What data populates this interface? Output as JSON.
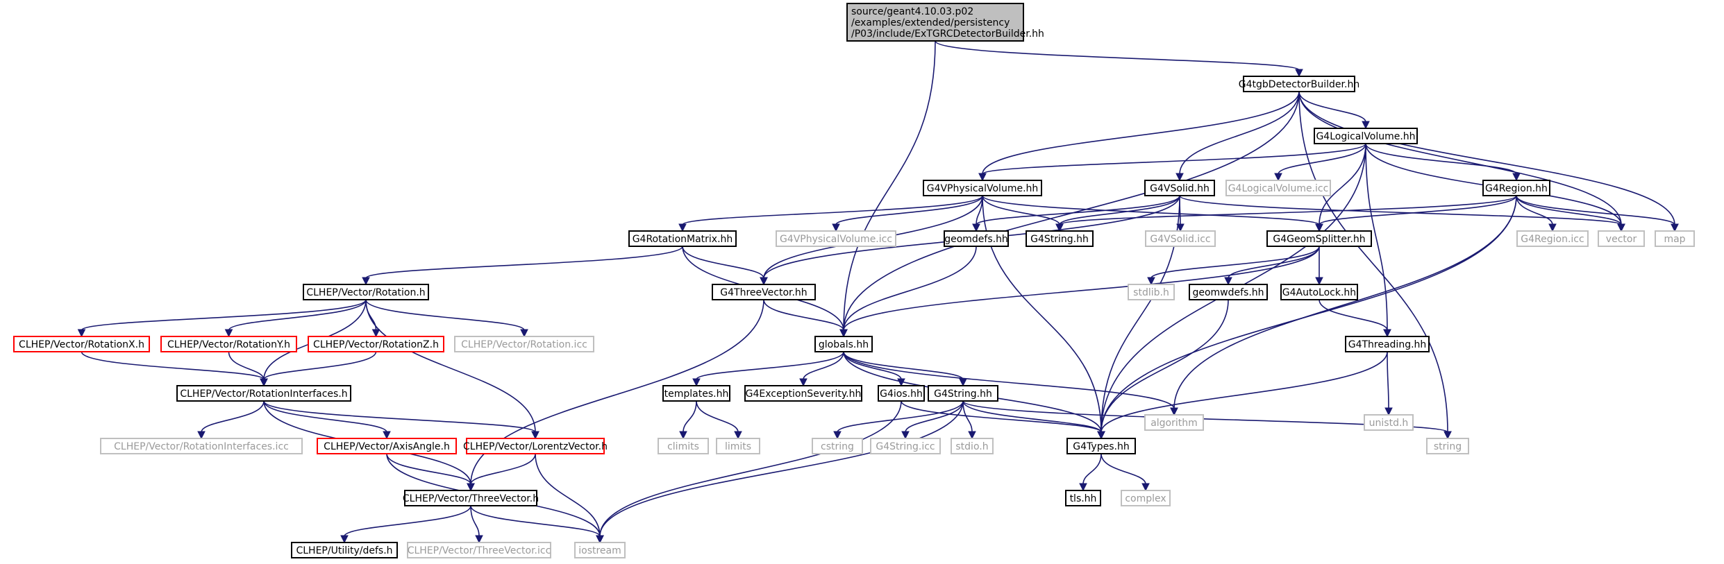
{
  "graph": {
    "root_path": [
      "source/geant4.10.03.p02",
      "/examples/extended/persistency",
      "/P03/include/ExTGRCDetectorBuilder.hh"
    ],
    "nodes": [
      {
        "id": "root",
        "label": "source/geant4.10.03.p02 /examples/extended/persistency /P03/include/ExTGRCDetectorBuilder.hh",
        "style": "root"
      },
      {
        "id": "g4tgb",
        "label": "G4tgbDetectorBuilder.hh",
        "style": "black"
      },
      {
        "id": "g4lv",
        "label": "G4LogicalVolume.hh",
        "style": "black"
      },
      {
        "id": "g4vpv",
        "label": "G4VPhysicalVolume.hh",
        "style": "black"
      },
      {
        "id": "g4vsolid",
        "label": "G4VSolid.hh",
        "style": "black"
      },
      {
        "id": "g4lvicc",
        "label": "G4LogicalVolume.icc",
        "style": "grey"
      },
      {
        "id": "g4region",
        "label": "G4Region.hh",
        "style": "black"
      },
      {
        "id": "g4rotm",
        "label": "G4RotationMatrix.hh",
        "style": "black"
      },
      {
        "id": "g4vpvicc",
        "label": "G4VPhysicalVolume.icc",
        "style": "grey"
      },
      {
        "id": "geomdefs",
        "label": "geomdefs.hh",
        "style": "black"
      },
      {
        "id": "g4string",
        "label": "G4String.hh",
        "style": "black"
      },
      {
        "id": "g4vsolidicc",
        "label": "G4VSolid.icc",
        "style": "grey"
      },
      {
        "id": "g4geomsplitter",
        "label": "G4GeomSplitter.hh",
        "style": "black"
      },
      {
        "id": "g4regionicc",
        "label": "G4Region.icc",
        "style": "grey"
      },
      {
        "id": "vector",
        "label": "vector",
        "style": "grey"
      },
      {
        "id": "map",
        "label": "map",
        "style": "grey"
      },
      {
        "id": "clhep_rotation",
        "label": "CLHEP/Vector/Rotation.h",
        "style": "black"
      },
      {
        "id": "g4threevector",
        "label": "G4ThreeVector.hh",
        "style": "black"
      },
      {
        "id": "stdlib",
        "label": "stdlib.h",
        "style": "grey"
      },
      {
        "id": "geomwdefs",
        "label": "geomwdefs.hh",
        "style": "black"
      },
      {
        "id": "g4autolock",
        "label": "G4AutoLock.hh",
        "style": "black"
      },
      {
        "id": "clhep_rotx",
        "label": "CLHEP/Vector/RotationX.h",
        "style": "red"
      },
      {
        "id": "clhep_roty",
        "label": "CLHEP/Vector/RotationY.h",
        "style": "red"
      },
      {
        "id": "clhep_rotz",
        "label": "CLHEP/Vector/RotationZ.h",
        "style": "red"
      },
      {
        "id": "clhep_roticc",
        "label": "CLHEP/Vector/Rotation.icc",
        "style": "grey"
      },
      {
        "id": "globals",
        "label": "globals.hh",
        "style": "black"
      },
      {
        "id": "g4threading",
        "label": "G4Threading.hh",
        "style": "black"
      },
      {
        "id": "clhep_rotint",
        "label": "CLHEP/Vector/RotationInterfaces.h",
        "style": "black"
      },
      {
        "id": "templates",
        "label": "templates.hh",
        "style": "black"
      },
      {
        "id": "g4exceptionseverity",
        "label": "G4ExceptionSeverity.hh",
        "style": "black"
      },
      {
        "id": "g4ios",
        "label": "G4ios.hh",
        "style": "black"
      },
      {
        "id": "g4stringhh2",
        "label": "G4String.hh",
        "style": "black"
      },
      {
        "id": "algorithm",
        "label": "algorithm",
        "style": "grey"
      },
      {
        "id": "unistd",
        "label": "unistd.h",
        "style": "grey"
      },
      {
        "id": "clhep_rotinticc",
        "label": "CLHEP/Vector/RotationInterfaces.icc",
        "style": "grey"
      },
      {
        "id": "clhep_axisangle",
        "label": "CLHEP/Vector/AxisAngle.h",
        "style": "red"
      },
      {
        "id": "clhep_lorentz",
        "label": "CLHEP/Vector/LorentzVector.h",
        "style": "red"
      },
      {
        "id": "climits",
        "label": "climits",
        "style": "grey"
      },
      {
        "id": "limits",
        "label": "limits",
        "style": "grey"
      },
      {
        "id": "cstring",
        "label": "cstring",
        "style": "grey"
      },
      {
        "id": "g4stringicc",
        "label": "G4String.icc",
        "style": "grey"
      },
      {
        "id": "stdio",
        "label": "stdio.h",
        "style": "grey"
      },
      {
        "id": "g4types",
        "label": "G4Types.hh",
        "style": "black"
      },
      {
        "id": "string",
        "label": "string",
        "style": "grey"
      },
      {
        "id": "clhep_threevector",
        "label": "CLHEP/Vector/ThreeVector.h",
        "style": "black"
      },
      {
        "id": "tls",
        "label": "tls.hh",
        "style": "black"
      },
      {
        "id": "complex",
        "label": "complex",
        "style": "grey"
      },
      {
        "id": "clhep_defs",
        "label": "CLHEP/Utility/defs.h",
        "style": "black"
      },
      {
        "id": "clhep_tvicc",
        "label": "CLHEP/Vector/ThreeVector.icc",
        "style": "grey"
      },
      {
        "id": "iostream",
        "label": "iostream",
        "style": "grey"
      }
    ],
    "edges": [
      [
        "root",
        "g4tgb"
      ],
      [
        "root",
        "globals"
      ],
      [
        "g4tgb",
        "g4lv"
      ],
      [
        "g4tgb",
        "g4vpv"
      ],
      [
        "g4tgb",
        "g4vsolid"
      ],
      [
        "g4tgb",
        "globals"
      ],
      [
        "g4tgb",
        "vector"
      ],
      [
        "g4tgb",
        "map"
      ],
      [
        "g4tgb",
        "string"
      ],
      [
        "g4lv",
        "g4vpv"
      ],
      [
        "g4lv",
        "g4lvicc"
      ],
      [
        "g4lv",
        "g4region"
      ],
      [
        "g4lv",
        "g4geomsplitter"
      ],
      [
        "g4lv",
        "g4threading"
      ],
      [
        "g4lv",
        "g4types"
      ],
      [
        "g4lv",
        "vector"
      ],
      [
        "g4vpv",
        "g4rotm"
      ],
      [
        "g4vpv",
        "g4vpvicc"
      ],
      [
        "g4vpv",
        "geomdefs"
      ],
      [
        "g4vpv",
        "g4string"
      ],
      [
        "g4vpv",
        "g4threevector"
      ],
      [
        "g4vpv",
        "g4geomsplitter"
      ],
      [
        "g4vpv",
        "g4types"
      ],
      [
        "g4vsolid",
        "geomdefs"
      ],
      [
        "g4vsolid",
        "g4string"
      ],
      [
        "g4vsolid",
        "g4vsolidicc"
      ],
      [
        "g4vsolid",
        "g4threevector"
      ],
      [
        "g4vsolid",
        "vector"
      ],
      [
        "g4vsolid",
        "g4types"
      ],
      [
        "g4region",
        "g4string"
      ],
      [
        "g4region",
        "g4geomsplitter"
      ],
      [
        "g4region",
        "g4regionicc"
      ],
      [
        "g4region",
        "vector"
      ],
      [
        "g4region",
        "map"
      ],
      [
        "g4region",
        "algorithm"
      ],
      [
        "g4region",
        "g4types"
      ],
      [
        "g4rotm",
        "clhep_rotation"
      ],
      [
        "g4rotm",
        "g4threevector"
      ],
      [
        "g4rotm",
        "globals"
      ],
      [
        "geomdefs",
        "globals"
      ],
      [
        "g4geomsplitter",
        "stdlib"
      ],
      [
        "g4geomsplitter",
        "geomwdefs"
      ],
      [
        "g4geomsplitter",
        "g4autolock"
      ],
      [
        "g4geomsplitter",
        "globals"
      ],
      [
        "geomwdefs",
        "g4types"
      ],
      [
        "g4autolock",
        "g4threading"
      ],
      [
        "g4threading",
        "unistd"
      ],
      [
        "g4threading",
        "g4types"
      ],
      [
        "clhep_rotation",
        "clhep_rotx"
      ],
      [
        "clhep_rotation",
        "clhep_roty"
      ],
      [
        "clhep_rotation",
        "clhep_rotz"
      ],
      [
        "clhep_rotation",
        "clhep_roticc"
      ],
      [
        "clhep_rotation",
        "clhep_rotint"
      ],
      [
        "clhep_rotation",
        "clhep_lorentz"
      ],
      [
        "clhep_rotx",
        "clhep_rotint"
      ],
      [
        "clhep_roty",
        "clhep_rotint"
      ],
      [
        "clhep_rotz",
        "clhep_rotint"
      ],
      [
        "g4threevector",
        "globals"
      ],
      [
        "g4threevector",
        "clhep_threevector"
      ],
      [
        "globals",
        "templates"
      ],
      [
        "globals",
        "g4exceptionseverity"
      ],
      [
        "globals",
        "g4ios"
      ],
      [
        "globals",
        "g4stringhh2"
      ],
      [
        "globals",
        "algorithm"
      ],
      [
        "globals",
        "g4types"
      ],
      [
        "clhep_rotint",
        "clhep_rotinticc"
      ],
      [
        "clhep_rotint",
        "clhep_axisangle"
      ],
      [
        "clhep_rotint",
        "clhep_lorentz"
      ],
      [
        "clhep_rotint",
        "clhep_threevector"
      ],
      [
        "templates",
        "climits"
      ],
      [
        "templates",
        "limits"
      ],
      [
        "g4ios",
        "g4types"
      ],
      [
        "g4ios",
        "iostream"
      ],
      [
        "g4stringhh2",
        "cstring"
      ],
      [
        "g4stringhh2",
        "g4stringicc"
      ],
      [
        "g4stringhh2",
        "stdio"
      ],
      [
        "g4stringhh2",
        "g4types"
      ],
      [
        "g4stringhh2",
        "string"
      ],
      [
        "g4stringhh2",
        "iostream"
      ],
      [
        "clhep_axisangle",
        "clhep_threevector"
      ],
      [
        "clhep_axisangle",
        "iostream"
      ],
      [
        "clhep_lorentz",
        "clhep_threevector"
      ],
      [
        "clhep_lorentz",
        "iostream"
      ],
      [
        "g4types",
        "tls"
      ],
      [
        "g4types",
        "complex"
      ],
      [
        "clhep_threevector",
        "clhep_defs"
      ],
      [
        "clhep_threevector",
        "clhep_tvicc"
      ],
      [
        "clhep_threevector",
        "iostream"
      ]
    ]
  }
}
